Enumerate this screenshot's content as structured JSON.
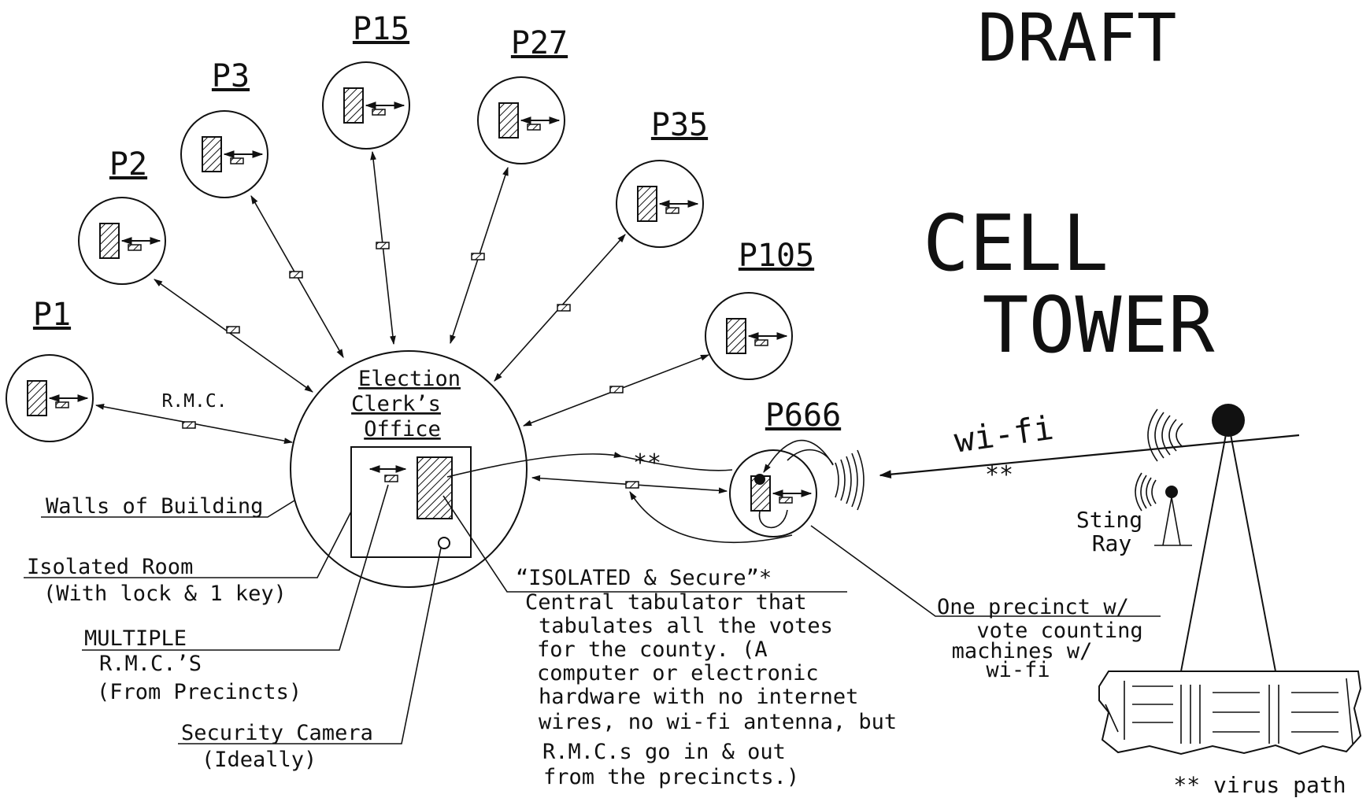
{
  "draft_label": "DRAFT",
  "tower_label": {
    "line1": "CELL",
    "line2": "TOWER"
  },
  "precincts": {
    "p1": "P1",
    "p2": "P2",
    "p3": "P3",
    "p15": "P15",
    "p27": "P27",
    "p35": "P35",
    "p105": "P105",
    "p666": "P666"
  },
  "rmc_label": "R.M.C.",
  "clerk_office": {
    "line1": "Election",
    "line2": "Clerk’s",
    "line3": "Office"
  },
  "walls_label": "Walls of Building",
  "isolated_room": {
    "line1": "Isolated Room",
    "line2": "(With lock & 1 key)"
  },
  "multiple_rmc": {
    "line1": "MULTIPLE",
    "line2": "R.M.C.’S",
    "line3": "(From Precincts)"
  },
  "security_camera": {
    "line1": "Security Camera",
    "line2": "(Ideally)"
  },
  "tabulator": {
    "heading": "“ISOLATED & Secure”*",
    "lines": [
      "Central tabulator that",
      "tabulates all the votes",
      "for the county.  (A",
      "computer or electronic",
      "hardware with no internet",
      "wires, no wi-fi antenna, but",
      "R.M.C.s go in & out",
      "from the precincts.)"
    ]
  },
  "precinct_note": {
    "heading": "One precinct w/",
    "lines": [
      "vote counting",
      "machines w/",
      "wi-fi"
    ]
  },
  "wifi_label": "wi-fi",
  "double_star": "**",
  "stingray": {
    "line1": "Sting",
    "line2": "Ray"
  },
  "legend": "** virus path",
  "colors": {
    "ink": "#111111",
    "background": "#ffffff"
  }
}
